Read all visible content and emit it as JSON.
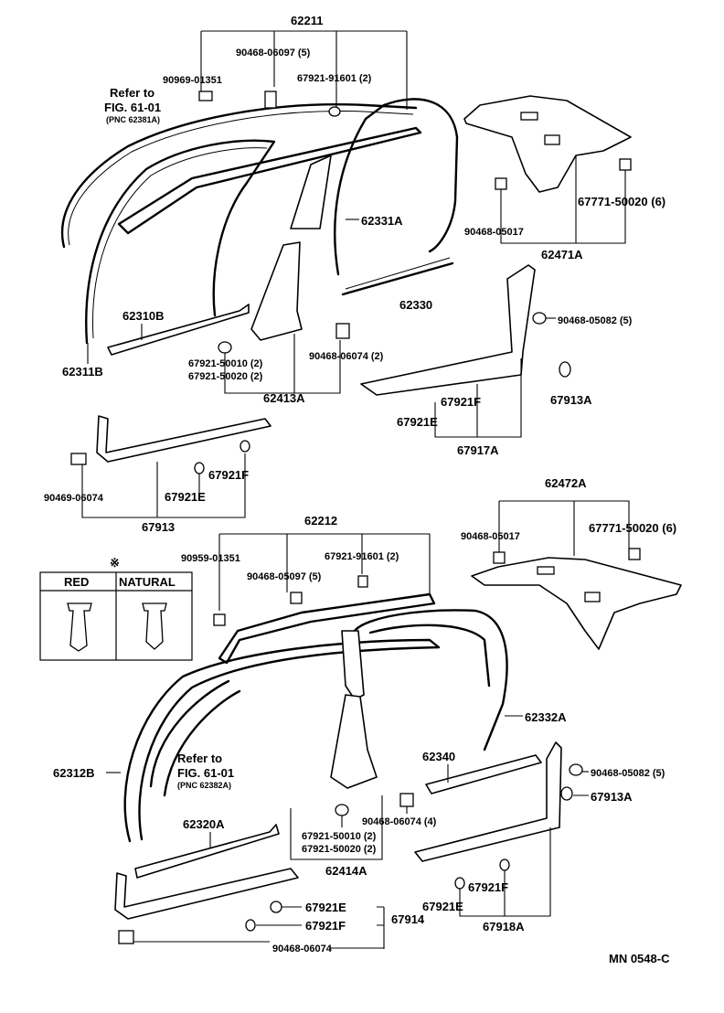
{
  "parts": {
    "p62211": "62211",
    "p90468_06097_upper": "90468-06097 (5)",
    "p90969_01351": "90969-01351",
    "p67921_91601_upper": "67921-91601 (2)",
    "refer_upper_1": "Refer to",
    "refer_upper_2": "FIG. 61-01",
    "refer_upper_3": "(PNC 62381A)",
    "p62331A": "62331A",
    "p90468_05017_upper": "90468-05017",
    "p67771_50020_upper": "67771-50020 (6)",
    "p62471A": "62471A",
    "p62310B": "62310B",
    "p62330": "62330",
    "p90468_05082_upper": "90468-05082 (5)",
    "p62311B": "62311B",
    "p67921_50010_upper": "67921-50010 (2)",
    "p67921_50020_upper": "67921-50020 (2)",
    "p90468_06074_2": "90468-06074 (2)",
    "p62413A": "62413A",
    "p67913A_upper": "67913A",
    "p67921F_upper_r": "67921F",
    "p67921E_upper_r": "67921E",
    "p67917A": "67917A",
    "p67921F_mid": "67921F",
    "p90469_06074": "90469-06074",
    "p67921E_mid": "67921E",
    "p67913": "67913",
    "p62472A": "62472A",
    "p90468_05017_lower": "90468-05017",
    "p67771_50020_lower": "67771-50020 (6)",
    "p62212": "62212",
    "p90959_01351": "90959-01351",
    "p67921_91601_lower": "67921-91601 (2)",
    "p90468_05097_lower": "90468-05097 (5)",
    "p62332A": "62332A",
    "p62312B": "62312B",
    "refer_lower_1": "Refer to",
    "refer_lower_2": "FIG. 61-01",
    "refer_lower_3": "(PNC 62382A)",
    "p62340": "62340",
    "p90468_05082_lower": "90468-05082 (5)",
    "p67913A_lower": "67913A",
    "p62320A": "62320A",
    "p90468_06074_4": "90468-06074 (4)",
    "p67921_50010_lower": "67921-50010 (2)",
    "p67921_50020_lower": "67921-50020 (2)",
    "p62414A": "62414A",
    "p67921F_lower_r": "67921F",
    "p67921E_lower_r": "67921E",
    "p67918A": "67918A",
    "p67921E_lower_l": "67921E",
    "p67921F_lower_l": "67921F",
    "p67914": "67914",
    "p90468_06074_bottom": "90468-06074"
  },
  "legend": {
    "symbol": "※",
    "red": "RED",
    "natural": "NATURAL"
  },
  "footer": {
    "code": "MN 0548-C"
  }
}
